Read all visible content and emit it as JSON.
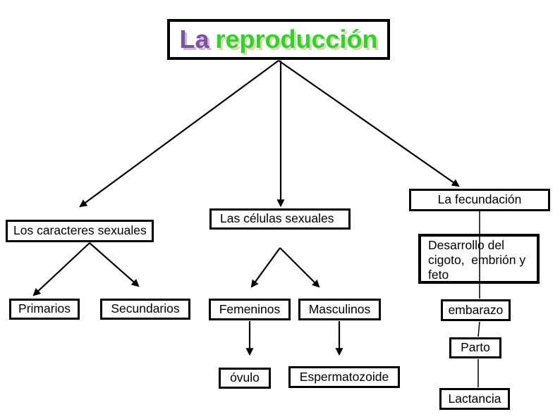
{
  "diagram": {
    "title": {
      "word1": "La",
      "word2": "reproducción",
      "word1_color": "#7a52a3",
      "word2_color": "#2fd32f"
    },
    "nodes": {
      "caracteres": "Los caracteres sexuales",
      "celulas": "Las células sexuales",
      "fecundacion": "La fecundación",
      "desarrollo": "Desarrollo del\ncigoto,  embrión y\nfeto",
      "primarios": "Primarios",
      "secundarios": "Secundarios",
      "femeninos": "Femeninos",
      "masculinos": "Masculinos",
      "embarazo": "embarazo",
      "parto": "Parto",
      "ovulo": "óvulo",
      "espermatozoide": "Espermatozoide",
      "lactancia": "Lactancia"
    },
    "colors": {
      "background": "#ffffff",
      "box_border": "#000000",
      "box_fill": "#ffffff",
      "text": "#000000",
      "connector": "#000000"
    }
  }
}
